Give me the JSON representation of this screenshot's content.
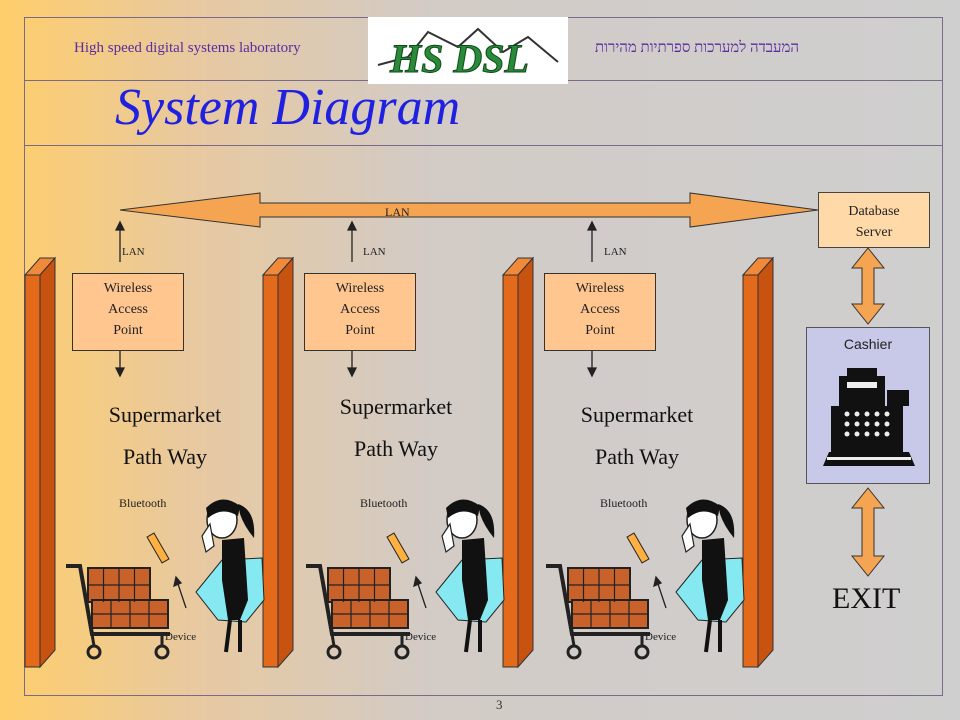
{
  "header": {
    "lab_en": "High speed digital systems laboratory",
    "lab_he": "המעבדה למערכות ספרתיות מהירות",
    "logo_text": "HS DSL"
  },
  "title": "System Diagram",
  "lan_backbone_label": "LAN",
  "database_server": [
    "Database",
    "Server"
  ],
  "lanes": [
    {
      "lan": "LAN",
      "ap": [
        "Wireless",
        "Access",
        "Point"
      ],
      "path": [
        "Supermarket",
        "Path Way"
      ],
      "bluetooth": "Bluetooth",
      "device": "Device"
    },
    {
      "lan": "LAN",
      "ap": [
        "Wireless",
        "Access",
        "Point"
      ],
      "path": [
        "Supermarket",
        "Path Way"
      ],
      "bluetooth": "Bluetooth",
      "device": "Device"
    },
    {
      "lan": "LAN",
      "ap": [
        "Wireless",
        "Access",
        "Point"
      ],
      "path": [
        "Supermarket",
        "Path Way"
      ],
      "bluetooth": "Bluetooth",
      "device": "Device"
    }
  ],
  "cashier": "Cashier",
  "exit": "EXIT",
  "page_number": "3",
  "colors": {
    "accent": "#2020e0",
    "arrow_fill": "#f5a552",
    "box_fill": "#ffc690",
    "shelf": "#e26a1a",
    "cart": "#c8622a",
    "skirt": "#86e8f0"
  }
}
